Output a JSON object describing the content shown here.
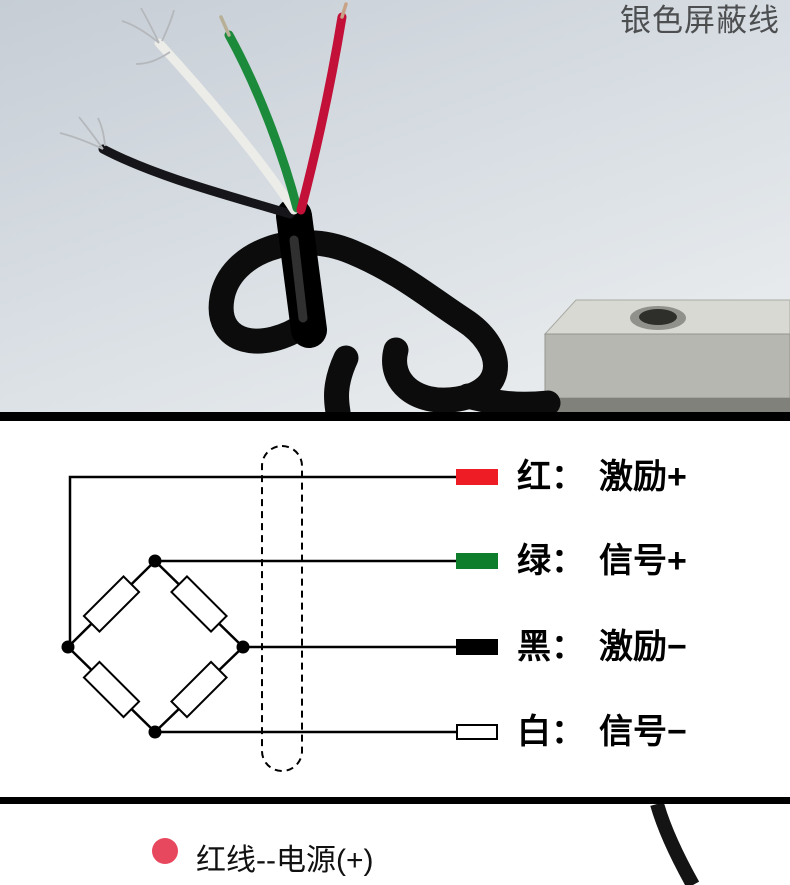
{
  "photo": {
    "caption": "银色屏蔽线"
  },
  "diagram": {
    "rows": [
      {
        "wire": "red",
        "color": "#ee1c25",
        "label": "红：",
        "value": "激励+"
      },
      {
        "wire": "green",
        "color": "#0e7d2c",
        "label": "绿：",
        "value": "信号+"
      },
      {
        "wire": "black",
        "color": "#000000",
        "label": "黑：",
        "value": "激励−"
      },
      {
        "wire": "white",
        "color": "#ffffff",
        "label": "白：",
        "value": "信号−"
      }
    ]
  },
  "legend": {
    "bullet_color": "#e8485e",
    "label": "红线--电源(+)"
  }
}
